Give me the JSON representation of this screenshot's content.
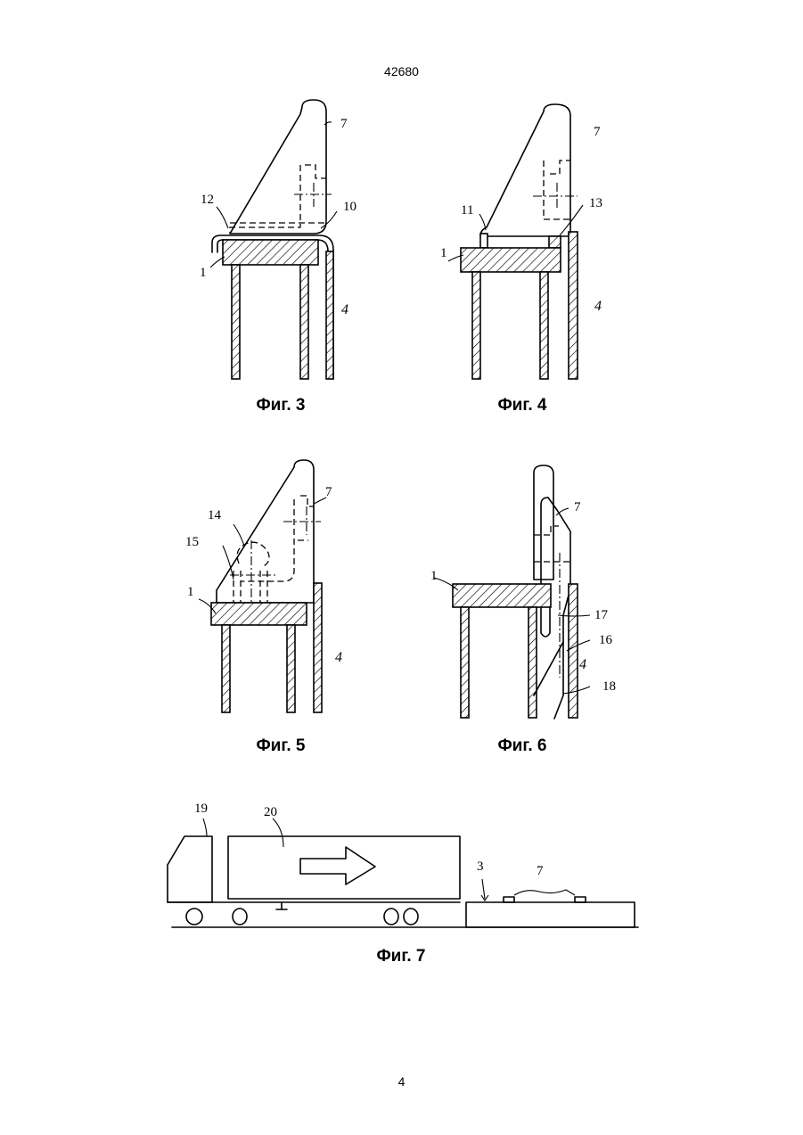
{
  "header": {
    "page_code": "42680"
  },
  "footer": {
    "page_number": "4"
  },
  "figures": {
    "fig3": {
      "caption": "Фиг. 3",
      "labels": {
        "seat": "1",
        "back": "7",
        "wall": "4",
        "part10": "10",
        "part12": "12"
      }
    },
    "fig4": {
      "caption": "Фиг. 4",
      "labels": {
        "seat": "1",
        "back": "7",
        "wall": "4",
        "part11": "11",
        "part13": "13"
      }
    },
    "fig5": {
      "caption": "Фиг. 5",
      "labels": {
        "seat": "1",
        "back": "7",
        "wall": "4",
        "part14": "14",
        "part15": "15"
      }
    },
    "fig6": {
      "caption": "Фиг. 6",
      "labels": {
        "seat": "1",
        "back": "7",
        "wall": "4",
        "part16": "16",
        "part17": "17",
        "part18": "18"
      }
    },
    "fig7": {
      "caption": "Фиг. 7",
      "labels": {
        "platform": "3",
        "back": "7",
        "cab": "19",
        "trailer": "20"
      }
    }
  }
}
